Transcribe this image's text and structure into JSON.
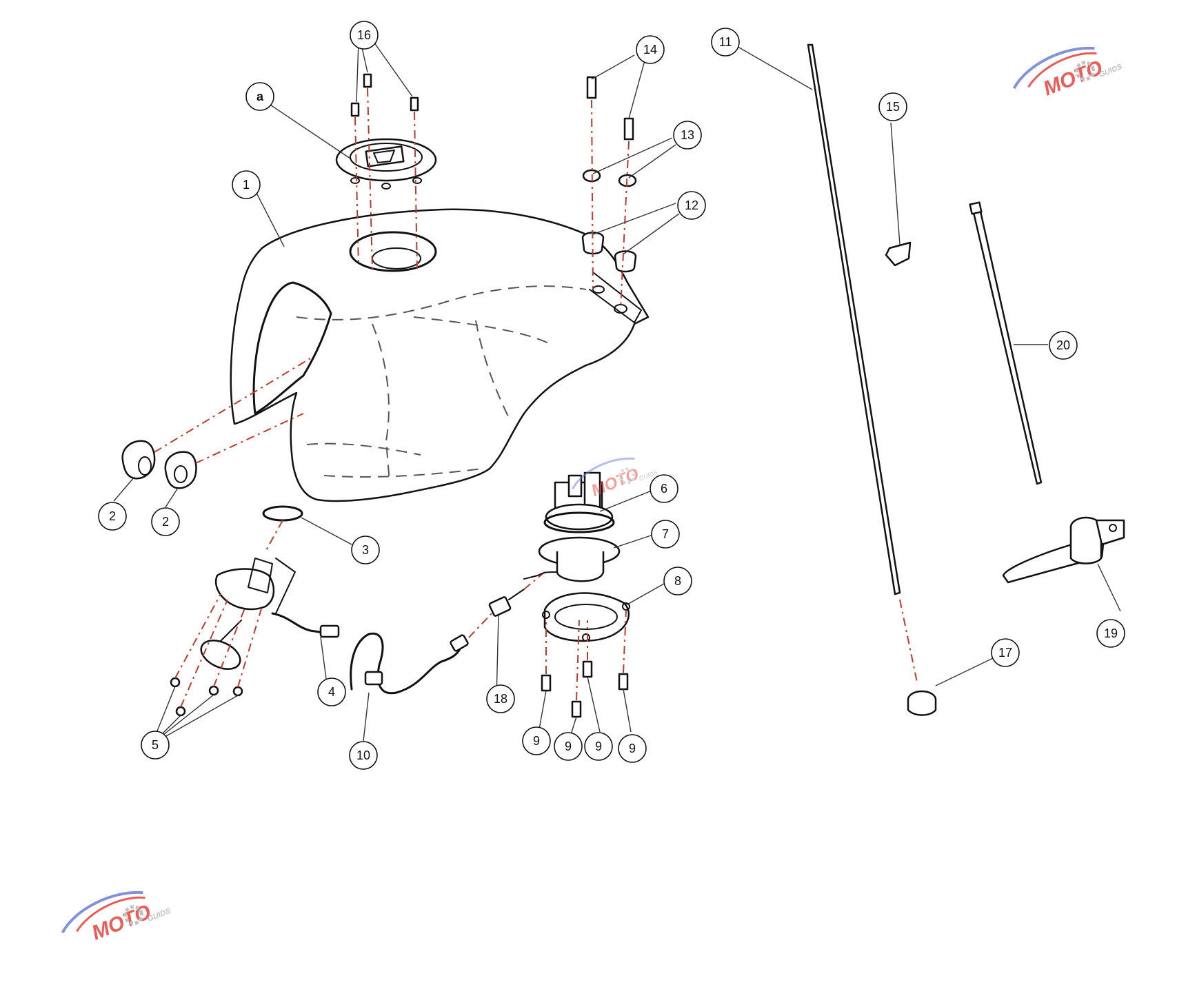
{
  "callouts": [
    {
      "id": "a",
      "label": "a"
    },
    {
      "id": "1",
      "label": "1"
    },
    {
      "id": "2a",
      "label": "2"
    },
    {
      "id": "2b",
      "label": "2"
    },
    {
      "id": "3",
      "label": "3"
    },
    {
      "id": "4",
      "label": "4"
    },
    {
      "id": "5",
      "label": "5"
    },
    {
      "id": "6",
      "label": "6"
    },
    {
      "id": "7",
      "label": "7"
    },
    {
      "id": "8",
      "label": "8"
    },
    {
      "id": "9a",
      "label": "9"
    },
    {
      "id": "9b",
      "label": "9"
    },
    {
      "id": "9c",
      "label": "9"
    },
    {
      "id": "9d",
      "label": "9"
    },
    {
      "id": "10",
      "label": "10"
    },
    {
      "id": "11",
      "label": "11"
    },
    {
      "id": "12",
      "label": "12"
    },
    {
      "id": "13",
      "label": "13"
    },
    {
      "id": "14",
      "label": "14"
    },
    {
      "id": "15",
      "label": "15"
    },
    {
      "id": "16",
      "label": "16"
    },
    {
      "id": "17",
      "label": "17"
    },
    {
      "id": "18",
      "label": "18"
    },
    {
      "id": "19",
      "label": "19"
    },
    {
      "id": "20",
      "label": "20"
    }
  ],
  "watermark": {
    "main_text": "MOTO",
    "sub_text": "GUIDS",
    "accent_color": "#e8403a",
    "secondary_color": "#6b7fd7",
    "gear_color": "#b8b8b8"
  },
  "colors": {
    "line": "#111111",
    "assembly_line": "#c0392b",
    "background": "#ffffff"
  }
}
